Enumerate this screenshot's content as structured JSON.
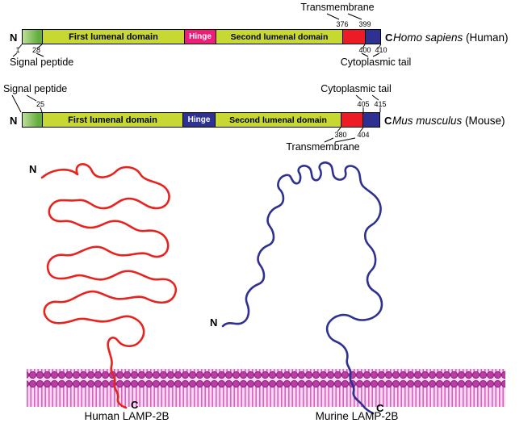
{
  "human": {
    "n_terminus": "N",
    "c_terminus": "C",
    "species_italic": "Homo sapiens",
    "species_plain": " (Human)",
    "signal_label": "Signal peptide",
    "signal_start": "1",
    "signal_end": "28",
    "first_lumenal_label": "First lumenal domain",
    "hinge_label": "Hinge",
    "second_lumenal_label": "Second lumenal domain",
    "tm_label": "Transmembrane",
    "tm_start": "376",
    "tm_end": "399",
    "cyto_label": "Cytoplasmic tail",
    "cyto_start": "400",
    "cyto_end": "410"
  },
  "mouse": {
    "n_terminus": "N",
    "c_terminus": "C",
    "species_italic": "Mus musculus",
    "species_plain": " (Mouse)",
    "signal_label": "Signal peptide",
    "signal_end": "25",
    "first_lumenal_label": "First lumenal domain",
    "hinge_label": "Hinge",
    "second_lumenal_label": "Second lumenal domain",
    "tm_label": "Transmembrane",
    "tm_start": "380",
    "tm_end": "404",
    "cyto_label": "Cytoplasmic tail",
    "cyto_start": "405",
    "cyto_end": "415"
  },
  "bottom": {
    "human_n": "N",
    "human_c": "C",
    "mouse_n": "N",
    "mouse_c": "C",
    "human_caption": "Human LAMP-2B",
    "mouse_caption": "Murine LAMP-2B"
  },
  "colors": {
    "lumenal": "#c6d831",
    "hinge_human": "#ec1e79",
    "hinge_mouse": "#2e3192",
    "transmembrane": "#ed1c24",
    "cytoplasmic": "#2e3192",
    "signal_green": "#64ad3f",
    "signal_green_light": "#bfe09a",
    "squiggle_human": "#e8231d",
    "squiggle_mouse": "#2e3192",
    "membrane_head": "#bb3da4",
    "membrane_tail": "#d45cc0",
    "membrane_bg": "#f8d7ef"
  }
}
